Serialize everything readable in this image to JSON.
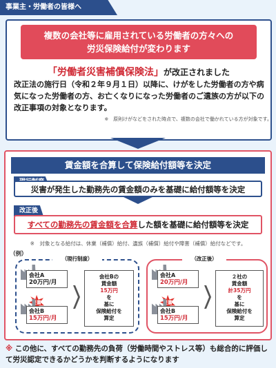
{
  "header": {
    "tab_label": "事業主・労働者の皆様へ"
  },
  "banner": {
    "line1": "複数の会社等に雇用されている労働者の方々への",
    "line2": "労災保険給付が変わります"
  },
  "law": {
    "name": "「労働者災害補償保険法」",
    "suffix": "が改正されました",
    "body": "改正法の施行日（令和２年９月１日）以降に、けがをした労働者の方や病気になった労働者の方、お亡くなりになった労働者のご遺族の方が以下の改正事項の対象となります。",
    "note": "※　原則けがなどをされた時点で、複数の会社で働かれている方が対象です。"
  },
  "main": {
    "heading": "賃金額を合算して保険給付額等を決定",
    "current": {
      "tag": "現行制度",
      "text": "災害が発生した勤務先の賃金額のみを基礎に給付額等を決定"
    },
    "revised": {
      "tag": "改正後",
      "red_text": "すべての勤務先の賃金額を合算",
      "rest_text": "した額を基礎に給付額等を決定"
    },
    "note": "※　対象となる給付は、休業（補償）給付、遺族（補償）給付や障害（補償）給付などです。",
    "example_label": "（例）",
    "example_current": {
      "tag": "（現行制度）",
      "company_a_name": "会社A",
      "company_a_amount": "20万円/月",
      "company_b_name": "会社B",
      "company_b_amount": "15万円/月",
      "burst": "災害",
      "result_l1": "会社Bの",
      "result_l2": "賃金額",
      "result_l3": "15万円",
      "result_l4": "を",
      "result_l5": "基に",
      "result_l6": "保険給付を",
      "result_l7": "算定"
    },
    "example_revised": {
      "tag": "（改正後）",
      "company_a_name": "会社A",
      "company_a_amount": "20万円/月",
      "company_b_name": "会社B",
      "company_b_amount": "15万円/月",
      "burst": "災害",
      "result_l1": "２社の",
      "result_l2": "賃金額",
      "result_l3": "計35万円",
      "result_l4": "を",
      "result_l5": "基に",
      "result_l6": "保険給付を",
      "result_l7": "算定"
    }
  },
  "footer": {
    "mark": "※",
    "text": "この他に、すべての勤務先の負荷（労働時間やストレス等）も総合的に評価して労災認定できるかどうかを判断するようになります"
  },
  "colors": {
    "navy": "#2c4f8c",
    "red": "#e14b5a",
    "bg": "#eaf3fb"
  }
}
